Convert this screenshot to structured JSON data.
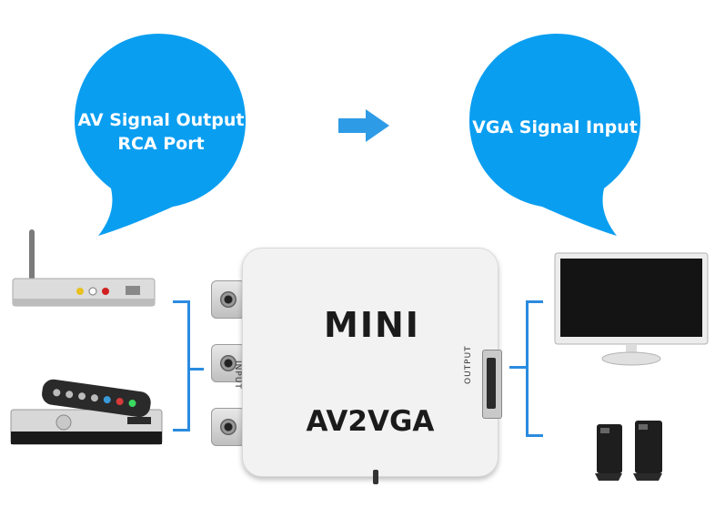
{
  "callouts": {
    "left": {
      "line1": "AV Signal Output",
      "line2": "RCA Port"
    },
    "right": {
      "line1": "VGA Signal Input"
    }
  },
  "device": {
    "brand_text": "MINI",
    "model_text": "AV2VGA",
    "input_label": "INPUT",
    "output_label": "OUTPUT"
  },
  "colors": {
    "bubble": "#0a9ef1",
    "arrow": "#2e9be6",
    "bracket": "#2a8be0",
    "device_body": "#f2f2f2"
  },
  "icons": [
    "arrow-right-icon",
    "rca-port-icon",
    "vga-port-icon"
  ]
}
